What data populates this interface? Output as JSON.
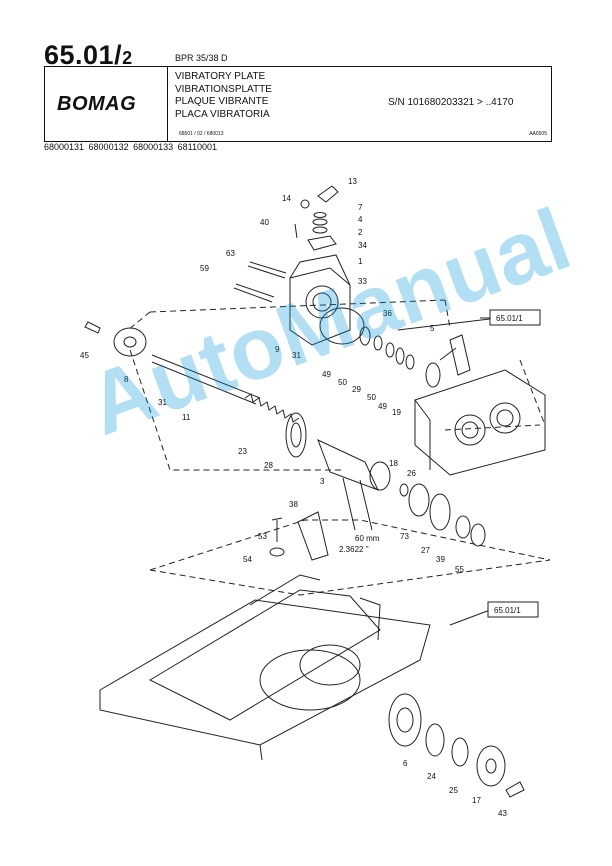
{
  "header": {
    "page_number": "65.01/",
    "page_sub": "2",
    "model": "BPR 35/38 D",
    "brand": "BOMAG",
    "titles": [
      "VIBRATORY PLATE",
      "VIBRATIONSPLATTE",
      "PLAQUE VIBRANTE",
      "PLACA VIBRATORIA"
    ],
    "serial": "S/N 101680203321 > ..4170",
    "ref": "68501 / 02 / 680013",
    "code": "AA6505"
  },
  "part_numbers": "68000131 68000132 68000133 68110001",
  "callouts": [
    "13",
    "14",
    "7",
    "4",
    "2",
    "34",
    "40",
    "1",
    "63",
    "33",
    "59",
    "36",
    "5",
    "65.01/1",
    "45",
    "9",
    "31",
    "49",
    "50",
    "29",
    "8",
    "50",
    "49",
    "19",
    "31",
    "11",
    "23",
    "28",
    "3",
    "18",
    "26",
    "38",
    "60 mm",
    "2.3622 \"",
    "53",
    "73",
    "27",
    "39",
    "54",
    "55",
    "65.01/1",
    "6",
    "24",
    "25",
    "17",
    "43"
  ],
  "watermark": "AutoManual"
}
